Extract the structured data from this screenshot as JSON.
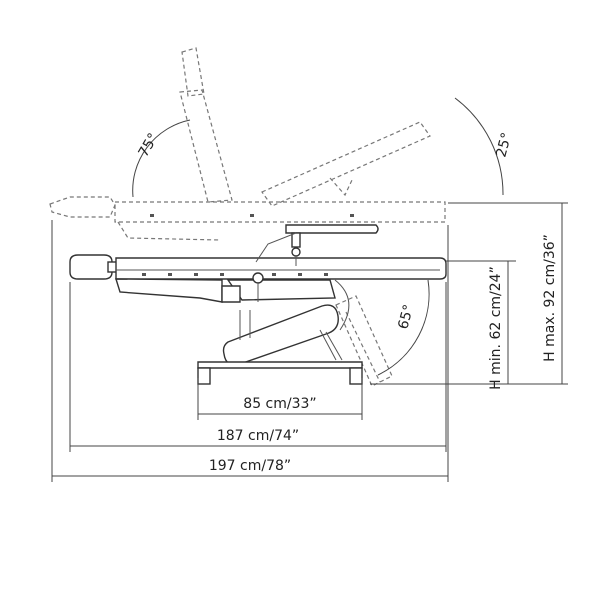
{
  "dimensions": {
    "base_width": "85 cm/33”",
    "length": "187 cm/74”",
    "max_length": "197 cm/78”",
    "height_min": "H min. 62 cm/24”",
    "height_max": "H max. 92 cm/36”"
  },
  "angles": {
    "backrest_up": "75°",
    "backrest_tilt": "25°",
    "leg_drop": "65°"
  }
}
